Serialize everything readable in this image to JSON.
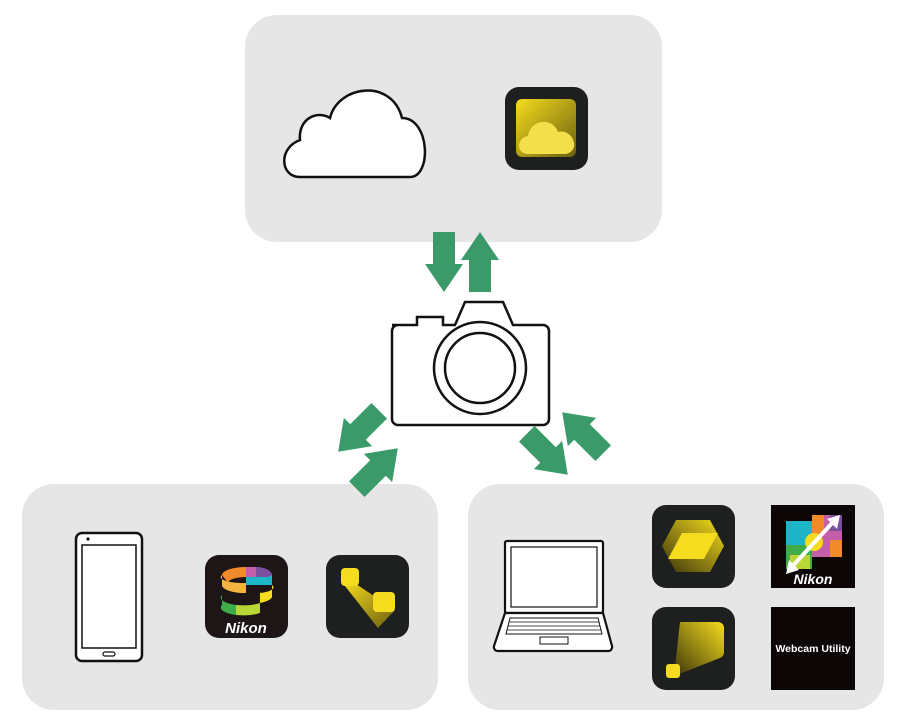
{
  "colors": {
    "panel": "#e6e6e6",
    "arrow": "#3a9a6a",
    "icon_bg": "#1e1f1f",
    "yellow": "#f2d81e"
  },
  "groups": {
    "cloud": {
      "items": [
        "cloud-icon",
        "cloud-app-icon"
      ]
    },
    "smart_device": {
      "items": [
        "smartphone-icon",
        "snapbridge-app-icon",
        "nx-mobileair-app-icon"
      ],
      "snapbridge_logo_text": "Nikon"
    },
    "computer": {
      "items": [
        "laptop-icon",
        "nx-studio-app-icon",
        "nx-tether-app-icon",
        "wireless-transmitter-utility-icon",
        "webcam-utility-icon"
      ],
      "transmitter_logo_text": "Nikon",
      "webcam_label": "Webcam Utility"
    }
  },
  "center": {
    "item": "camera-icon"
  }
}
